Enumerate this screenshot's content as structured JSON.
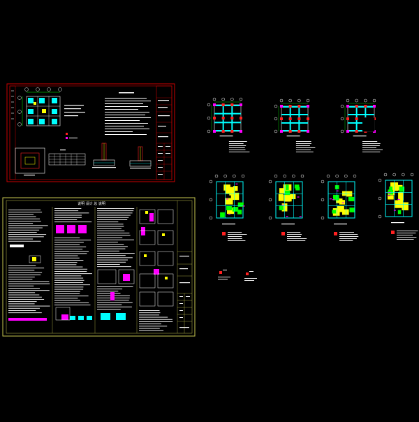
{
  "viewer": {
    "background": "#000000"
  },
  "sheets": {
    "foundation_sheet": {
      "frame_color": "#cc0000",
      "title_text": "",
      "notes_present": true
    },
    "general_notes_sheet": {
      "frame_color": "#c8c850",
      "title_text": "说明 设计 总 说明"
    },
    "floor_plans": {
      "count_small": 3,
      "count_large": 4,
      "legend_items": 2
    }
  },
  "colors": {
    "red_frame": "#cc0000",
    "yellow_frame": "#c8c850",
    "cyan": "#00ffff",
    "yellow": "#ffff00",
    "green": "#00ff00",
    "magenta": "#ff00ff",
    "white": "#ffffff",
    "red": "#ff2020"
  }
}
